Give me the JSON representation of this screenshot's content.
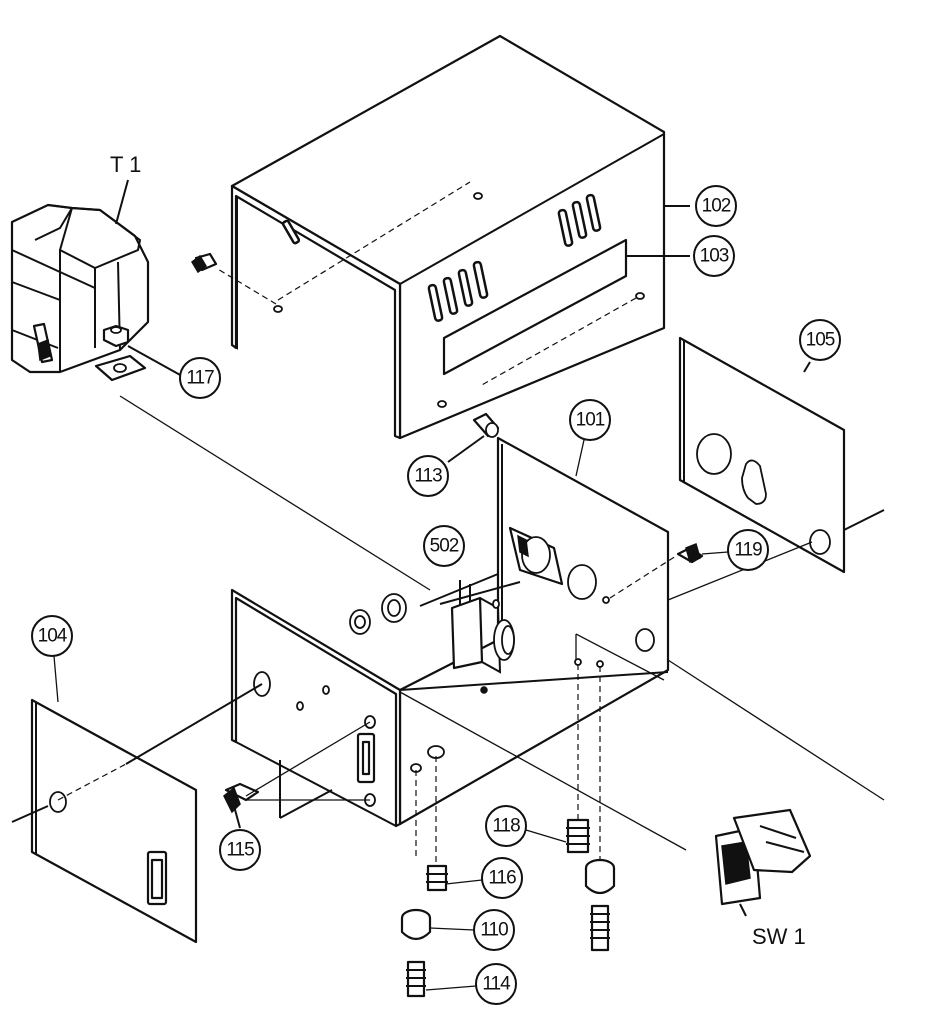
{
  "labels": {
    "transformer": "T 1",
    "switch": "SW 1"
  },
  "callouts": [
    {
      "id": "p102",
      "text": "102"
    },
    {
      "id": "p103",
      "text": "103"
    },
    {
      "id": "p117",
      "text": "117"
    },
    {
      "id": "p105",
      "text": "105"
    },
    {
      "id": "p113",
      "text": "113"
    },
    {
      "id": "p101",
      "text": "101"
    },
    {
      "id": "p502",
      "text": "502"
    },
    {
      "id": "p119",
      "text": "119"
    },
    {
      "id": "p104",
      "text": "104"
    },
    {
      "id": "p115",
      "text": "115"
    },
    {
      "id": "p118",
      "text": "118"
    },
    {
      "id": "p116",
      "text": "116"
    },
    {
      "id": "p110",
      "text": "110"
    },
    {
      "id": "p114",
      "text": "114"
    }
  ]
}
